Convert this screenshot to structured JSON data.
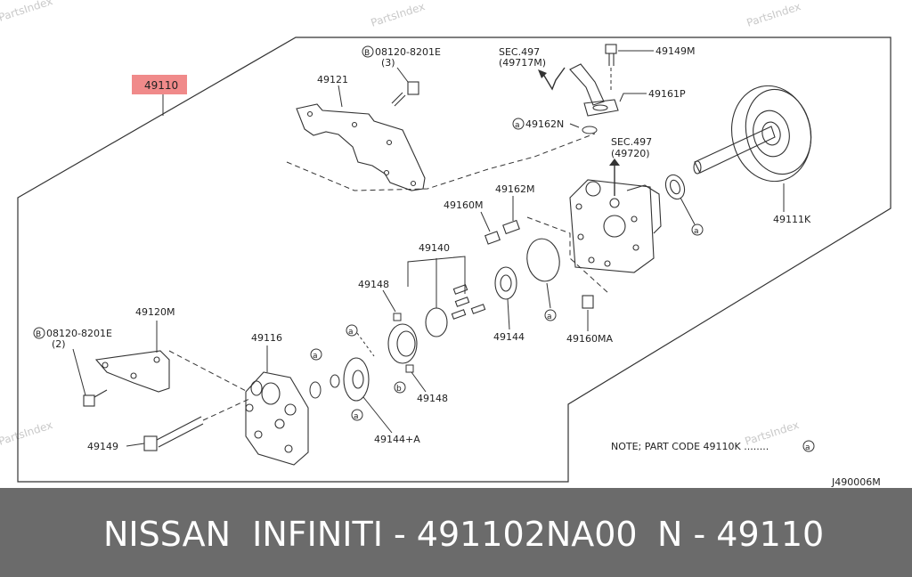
{
  "watermark": "PartsIndex",
  "diagram": {
    "highlight_part": "49110",
    "labels": {
      "bolt_ref_top": "08120-8201E",
      "bolt_ref_top_qty": "(3)",
      "bolt_ref_left": "08120-8201E",
      "bolt_ref_left_qty": "(2)",
      "sec_a_title": "SEC.497",
      "sec_a_ref": "(49717M)",
      "sec_b_title": "SEC.497",
      "sec_b_ref": "(49720)",
      "p49149M": "49149M",
      "p49161P": "49161P",
      "p49121": "49121",
      "p49162N": "49162N",
      "p49111K": "49111K",
      "p49162M": "49162M",
      "p49160M": "49160M",
      "p49140": "49140",
      "p49148_top": "49148",
      "p49148_bottom": "49148",
      "p49144": "49144",
      "p49160MA": "49160MA",
      "p49120M": "49120M",
      "p49116": "49116",
      "p49144A": "49144+A",
      "p49149": "49149",
      "note": "NOTE; PART CODE 49110K ........",
      "drawing_code": "J490006M",
      "marker_a": "a",
      "marker_b": "b",
      "marker_B": "B"
    }
  },
  "footer": {
    "left": "NISSAN  INFINITI - 491102NA00",
    "right": "N - 49110"
  }
}
